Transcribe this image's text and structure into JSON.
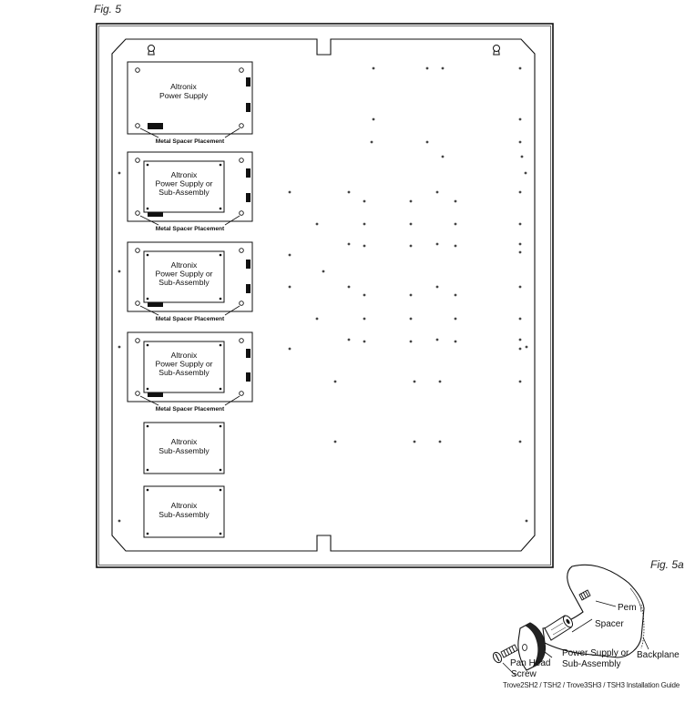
{
  "figure_label": "Fig. 5",
  "figure_a_label": "Fig. 5a",
  "footer": "Trove2SH2 / TSH2 / Trove3SH3 / TSH3 Installation Guide",
  "modules": [
    {
      "lines": [
        "Altronix",
        "Power Supply"
      ],
      "spacer_label": "Metal Spacer Placement"
    },
    {
      "lines": [
        "Altronix",
        "Power Supply or",
        "Sub-Assembly"
      ],
      "spacer_label": "Metal Spacer Placement"
    },
    {
      "lines": [
        "Altronix",
        "Power Supply or",
        "Sub-Assembly"
      ],
      "spacer_label": "Metal Spacer Placement"
    },
    {
      "lines": [
        "Altronix",
        "Power Supply or",
        "Sub-Assembly"
      ],
      "spacer_label": "Metal Spacer Placement"
    }
  ],
  "sub_assemblies": [
    {
      "lines": [
        "Altronix",
        "Sub-Assembly"
      ]
    },
    {
      "lines": [
        "Altronix",
        "Sub-Assembly"
      ]
    }
  ],
  "detail_labels": {
    "pem": "Pem",
    "spacer": "Spacer",
    "backplane": "Backplane",
    "pan_head_screw": [
      "Pan Head",
      "Screw"
    ],
    "power_supply": [
      "Power Supply or",
      "Sub-Assembly"
    ]
  }
}
